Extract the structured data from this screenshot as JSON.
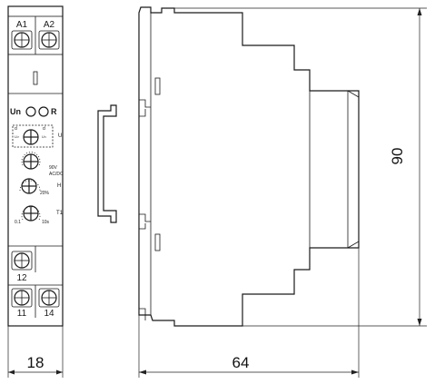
{
  "front": {
    "terminals_top": [
      "A1",
      "A2"
    ],
    "leds": [
      "Un",
      "R"
    ],
    "knob_labels": {
      "u": "U",
      "voltage": "AC/DC",
      "voltage_top": "90V",
      "h": "H",
      "h_pct": "20%",
      "t1": "T1",
      "t1_max": "10s",
      "t1_min": "0.1"
    },
    "scale_marks": [
      "d",
      "U>",
      "U<",
      "d"
    ],
    "terminal_mid": "12",
    "terminals_bottom": [
      "11",
      "14"
    ]
  },
  "dimensions": {
    "width": "18",
    "depth": "64",
    "height": "90"
  }
}
